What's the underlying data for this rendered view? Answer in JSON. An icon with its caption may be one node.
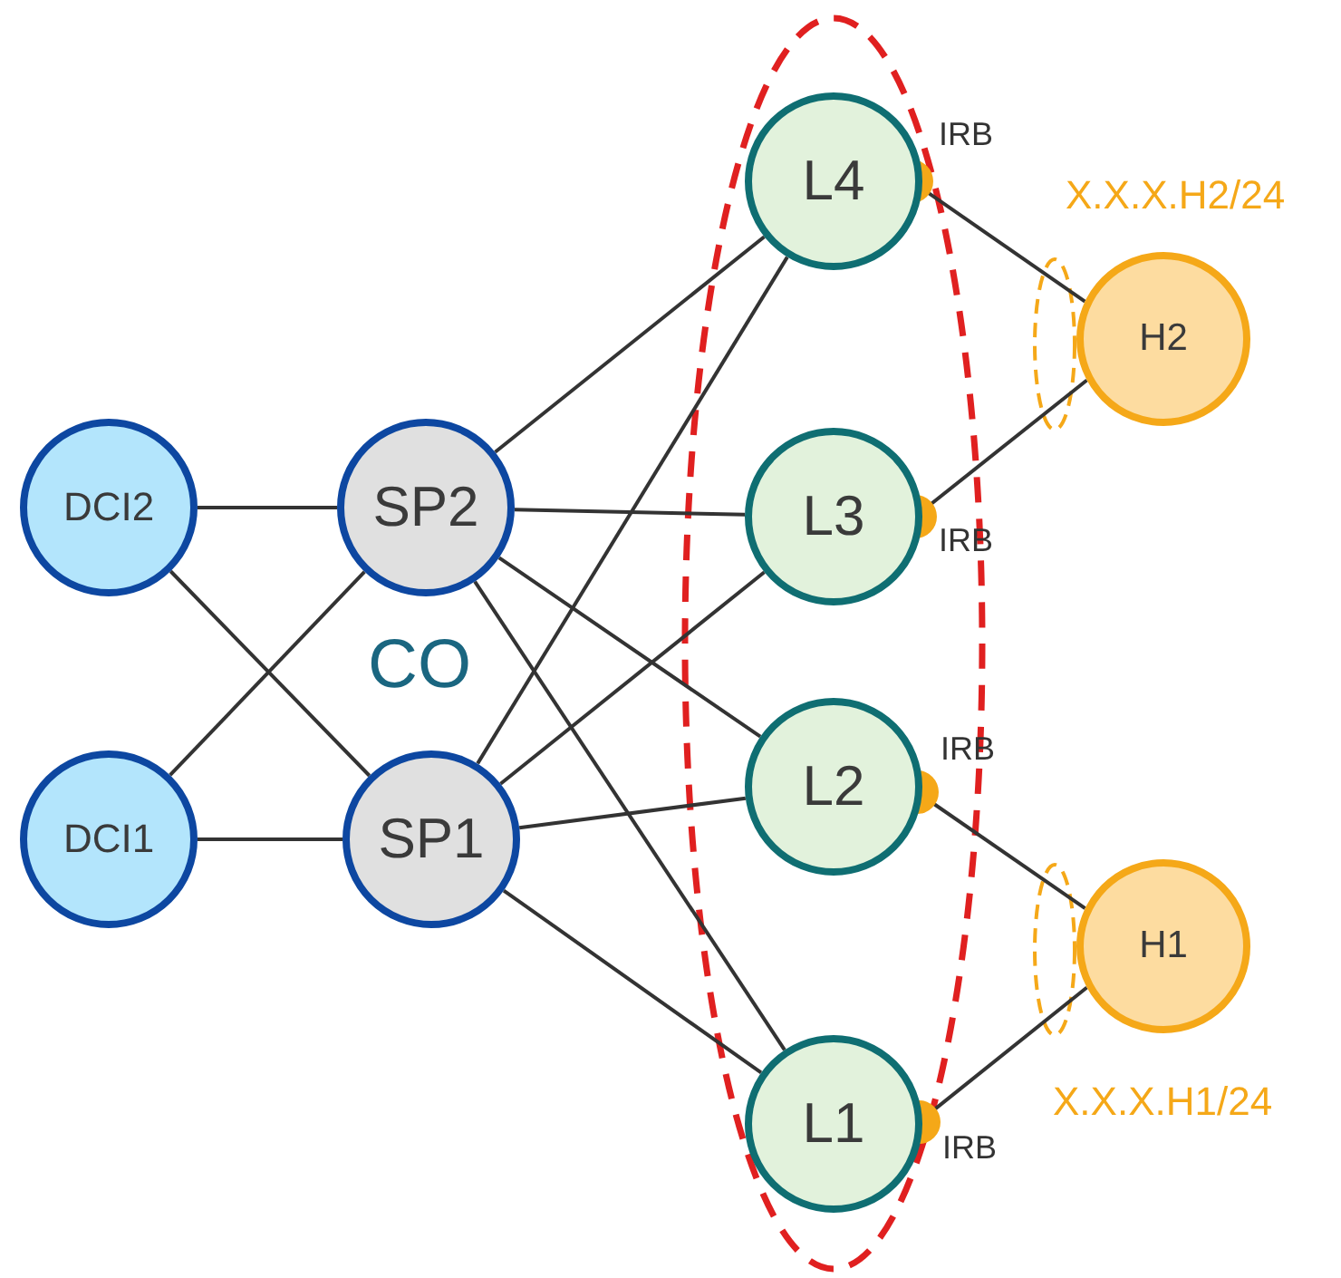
{
  "diagram": {
    "nodes": [
      {
        "text": [
          "DCI2"
        ]
      },
      {
        "text": [
          "DCI1"
        ]
      },
      {
        "text": [
          "SP2"
        ]
      },
      {
        "text": [
          "SP1"
        ]
      },
      {
        "text": [
          "L4"
        ],
        "beside": [
          "IRB"
        ]
      },
      {
        "text": [
          "L3"
        ],
        "beside": [
          "IRB"
        ]
      },
      {
        "text": [
          "L2"
        ],
        "beside": [
          "IRB"
        ]
      },
      {
        "text": [
          "L1"
        ],
        "beside": [
          "IRB"
        ]
      },
      {
        "text": [
          "H2"
        ],
        "beside": [
          "X.X.X.H2/24"
        ]
      },
      {
        "text": [
          "H1"
        ],
        "beside": [
          "X.X.X.H1/24"
        ]
      }
    ],
    "edges": [
      {
        "from": 0,
        "to": 2,
        "arrow": "none"
      },
      {
        "from": 0,
        "to": 3,
        "arrow": "none"
      },
      {
        "from": 1,
        "to": 2,
        "arrow": "none"
      },
      {
        "from": 1,
        "to": 3,
        "arrow": "none"
      },
      {
        "from": 2,
        "to": 4,
        "arrow": "none"
      },
      {
        "from": 2,
        "to": 5,
        "arrow": "none"
      },
      {
        "from": 2,
        "to": 6,
        "arrow": "none"
      },
      {
        "from": 2,
        "to": 7,
        "arrow": "none"
      },
      {
        "from": 3,
        "to": 4,
        "arrow": "none"
      },
      {
        "from": 3,
        "to": 5,
        "arrow": "none"
      },
      {
        "from": 3,
        "to": 6,
        "arrow": "none"
      },
      {
        "from": 3,
        "to": 7,
        "arrow": "none"
      },
      {
        "from": 4,
        "to": 8,
        "arrow": "none"
      },
      {
        "from": 5,
        "to": 8,
        "arrow": "none"
      },
      {
        "from": 6,
        "to": 9,
        "arrow": "none"
      },
      {
        "from": 7,
        "to": 9,
        "arrow": "none"
      }
    ],
    "labels": [
      "CO"
    ]
  }
}
